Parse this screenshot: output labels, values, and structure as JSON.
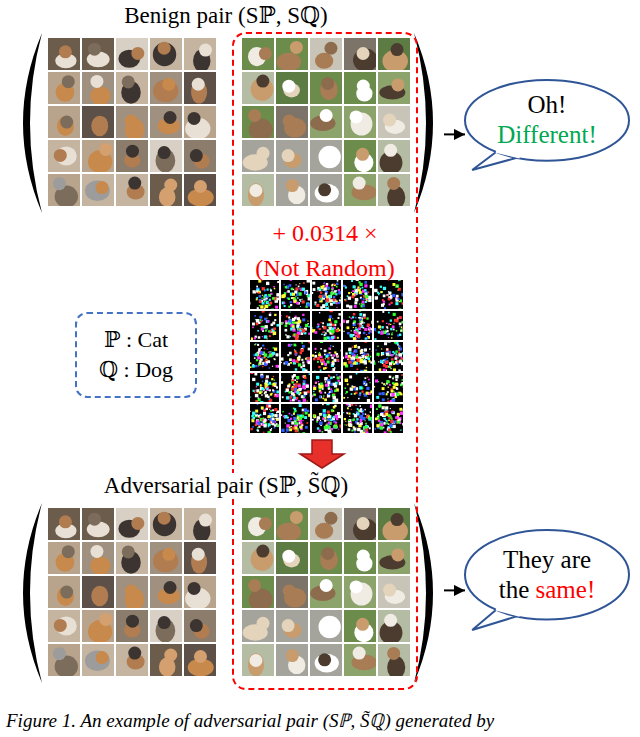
{
  "diagram": {
    "nodes": [
      {
        "text": [
          "Benign pair (Sℙ, Sℚ)"
        ]
      },
      {
        "text": [
          "Oh!",
          "Different!"
        ]
      },
      {
        "text": [
          "+ 0.0314 ×",
          "(Not Random)"
        ]
      },
      {
        "text": [
          "ℙ : Cat",
          "ℚ : Dog"
        ]
      },
      {
        "text": [
          "Adversarial pair (Sℙ, S̃ℚ)"
        ]
      },
      {
        "text": [
          "They are",
          "the",
          "same!"
        ]
      }
    ],
    "edges": [
      {
        "from": 0,
        "to": 1,
        "arrow": "to"
      },
      {
        "from": 4,
        "to": 5,
        "arrow": "to"
      }
    ],
    "caption": "Figure 1. An example of adversarial pair (Sℙ, S̃ℚ) generated by"
  }
}
